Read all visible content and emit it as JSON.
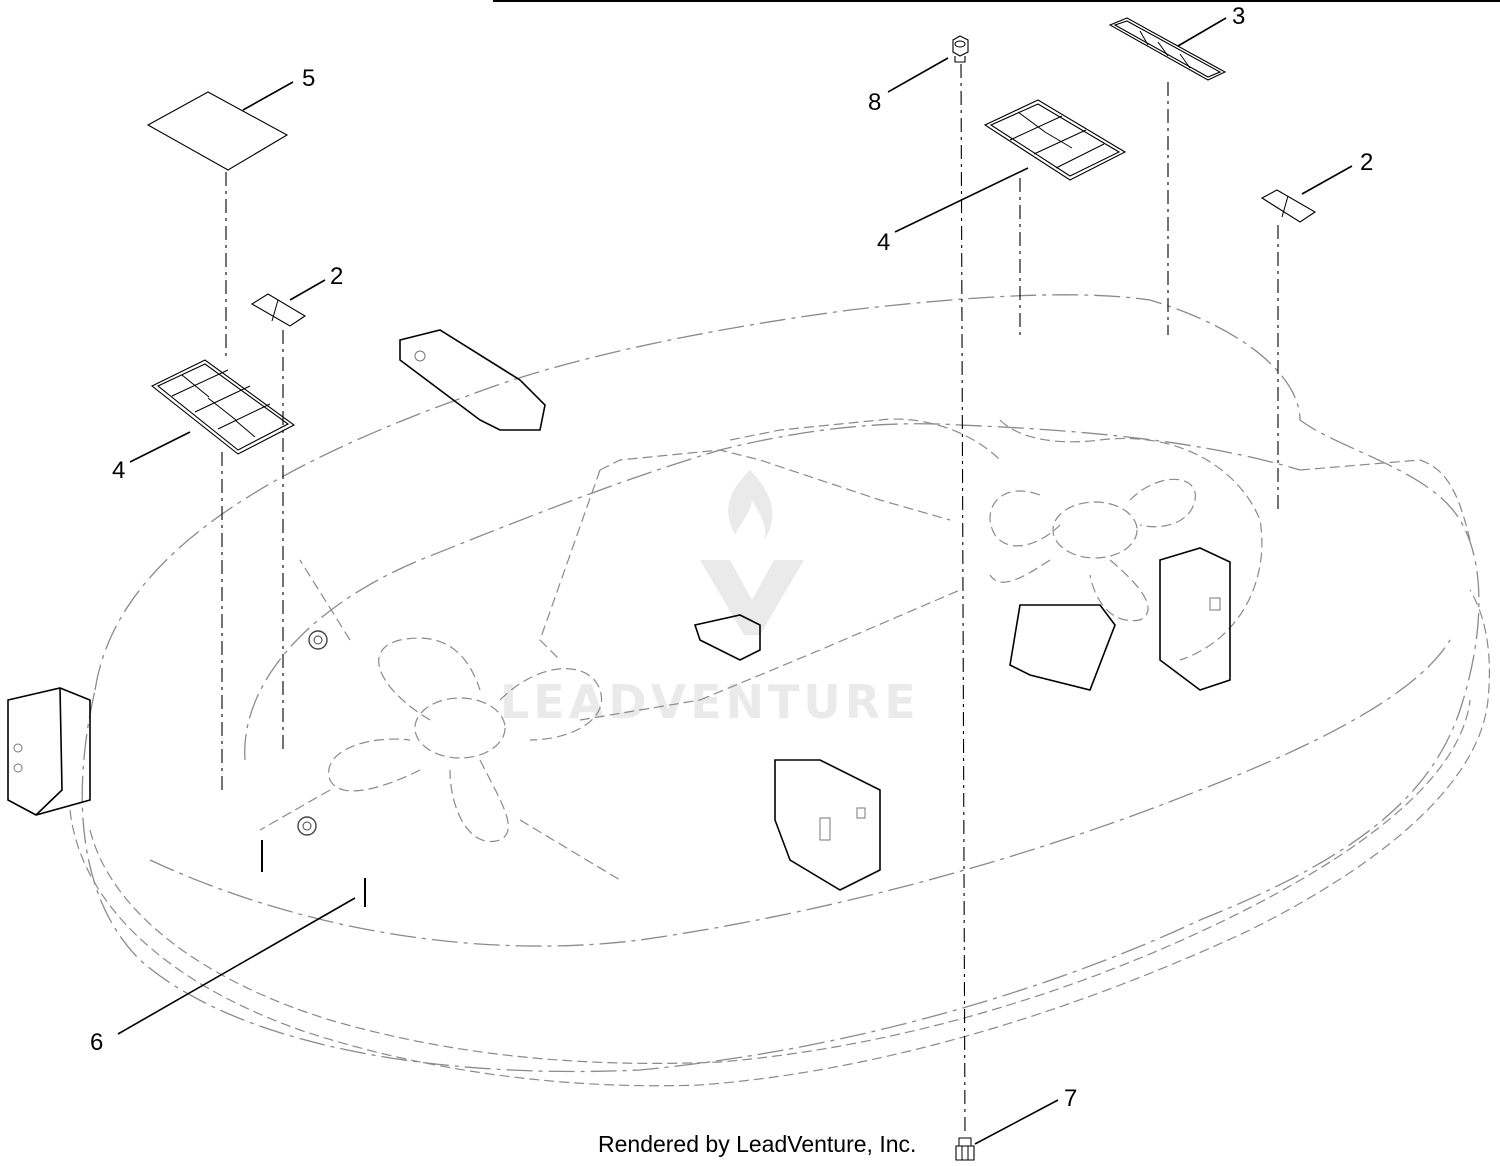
{
  "callouts": [
    {
      "id": "c5",
      "label": "5"
    },
    {
      "id": "c2a",
      "label": "2"
    },
    {
      "id": "c4a",
      "label": "4"
    },
    {
      "id": "c6",
      "label": "6"
    },
    {
      "id": "c8",
      "label": "8"
    },
    {
      "id": "c4b",
      "label": "4"
    },
    {
      "id": "c3",
      "label": "3"
    },
    {
      "id": "c2b",
      "label": "2"
    },
    {
      "id": "c7",
      "label": "7"
    }
  ],
  "watermark": {
    "text": "LEADVENTURE"
  },
  "credit": {
    "text": "Rendered by LeadVenture, Inc."
  }
}
